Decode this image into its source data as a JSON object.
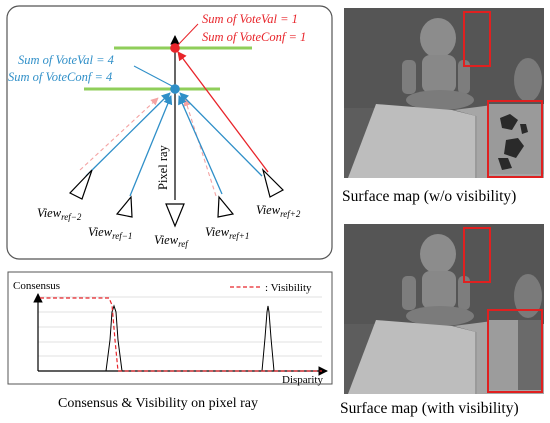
{
  "ray_diagram": {
    "red_annotation": {
      "line1": "Sum of VoteVal = 1",
      "line2": "Sum of VoteConf = 1",
      "color": "#e8242a"
    },
    "blue_annotation": {
      "line1": "Sum of VoteVal = 4",
      "line2": "Sum of VoteConf = 4",
      "color": "#2f8fc8"
    },
    "ray_label": "Pixel ray",
    "view_base": "View",
    "views": [
      {
        "subscript": "ref−2"
      },
      {
        "subscript": "ref−1"
      },
      {
        "subscript": "ref"
      },
      {
        "subscript": "ref+1"
      },
      {
        "subscript": "ref+2"
      }
    ],
    "surface_color": "#8fce5a",
    "dashed_color": "#f4a3a3"
  },
  "consensus_chart": {
    "ylabel": "Consensus",
    "xlabel": "Disparity",
    "legend": ": Visibility",
    "legend_color": "#e8242a",
    "caption": "Consensus & Visibility on pixel ray"
  },
  "surface_maps": {
    "top_caption": "Surface map (w/o visibility)",
    "bottom_caption": "Surface map (with visibility)",
    "highlight_color": "#e02020"
  }
}
